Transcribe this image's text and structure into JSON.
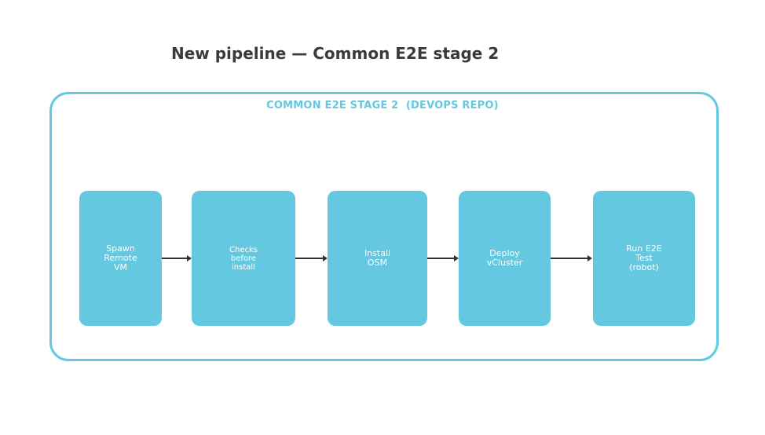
{
  "title": "New pipeline — Common E2E stage 2",
  "frame": {
    "label": "COMMON E2E STAGE 2  (DEVOPS REPO)"
  },
  "stages": [
    {
      "label": "Spawn\nRemote\nVM"
    },
    {
      "label": "Checks\nbefore\ninstall"
    },
    {
      "label": "Install\nOSM"
    },
    {
      "label": "Deploy\nvCluster"
    },
    {
      "label": "Run E2E\nTest\n(robot)"
    }
  ],
  "colors": {
    "accent": "#64c8e0",
    "title": "#3a3a3a",
    "arrow": "#333333"
  }
}
